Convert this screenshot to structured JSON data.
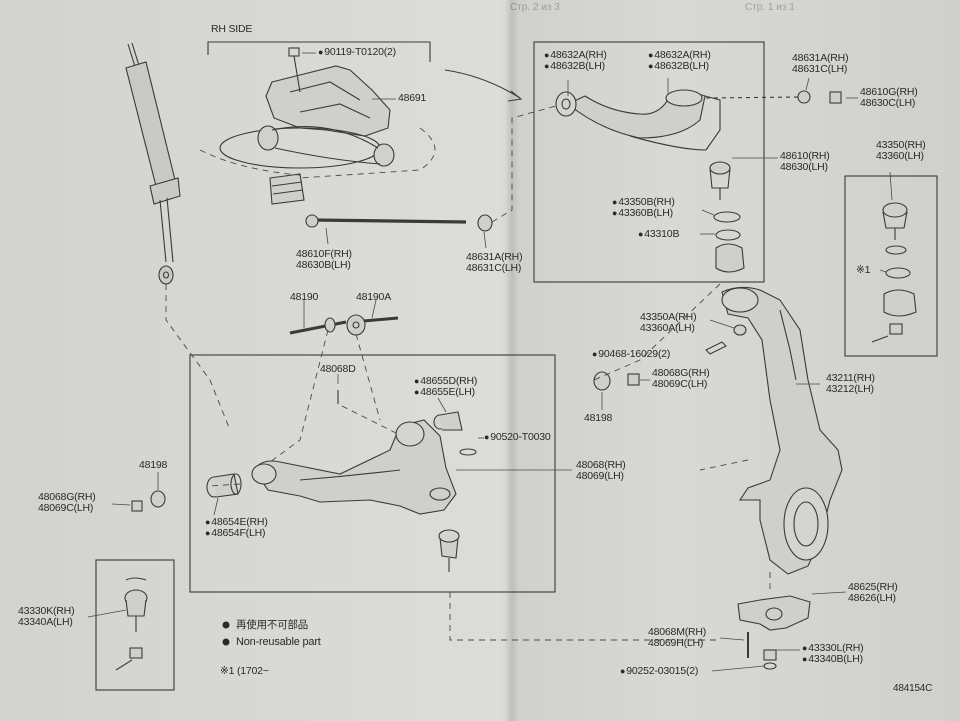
{
  "header": {
    "page_left": "Стр. 2 из 3",
    "page_right": "Стр. 1 из 1"
  },
  "section": {
    "rh_side": "RH SIDE"
  },
  "labels": {
    "bolt_top": "90119-T0120(2)",
    "bracket": "48691",
    "upper_arm_rh1": "48632A(RH)",
    "upper_arm_lh1": "48632B(LH)",
    "upper_arm_rh2": "48632A(RH)",
    "upper_arm_lh2": "48632B(LH)",
    "washer_rh": "48631A(RH)",
    "washer_lh": "48631C(LH)",
    "nut_rh": "48610G(RH)",
    "nut_lh": "48630C(LH)",
    "upper_assy_rh": "48610(RH)",
    "upper_assy_lh": "48630(LH)",
    "boot_rh": "43350B(RH)",
    "boot_lh": "43360B(LH)",
    "clip": "43310B",
    "joint_rh": "43350(RH)",
    "joint_lh": "43360(LH)",
    "note_marker": "※1",
    "shaft_rh": "48610F(RH)",
    "shaft_lh": "48630B(LH)",
    "washer2_rh": "48631A(RH)",
    "washer2_lh": "48631C(LH)",
    "bolt_a": "48190",
    "bolt_b": "48190A",
    "ball_nut_rh": "43350A(RH)",
    "ball_nut_lh": "43360A(LH)",
    "cotter": "90468-16029(2)",
    "arm_nut_rh": "48068G(RH)",
    "arm_nut_lh": "48069C(LH)",
    "knuckle_rh": "43211(RH)",
    "knuckle_lh": "43212(LH)",
    "grease": "48068D",
    "bush_rh": "48655D(RH)",
    "bush_lh": "48655E(LH)",
    "cam_washer": "48198",
    "ring": "90520-T0030",
    "lower_arm_rh": "48068(RH)",
    "lower_arm_lh": "48069(LH)",
    "cam_washer2": "48198",
    "left_nut_rh": "48068G(RH)",
    "left_nut_lh": "48069C(LH)",
    "bush2_rh": "48654E(RH)",
    "bush2_lh": "48654F(LH)",
    "lower_joint_rh": "43330K(RH)",
    "lower_joint_lh": "43340A(LH)",
    "legend_cn": "再使用不可部品",
    "legend_en": "Non-reusable part",
    "footnote": "※1 (1702~",
    "stopper_rh": "48625(RH)",
    "stopper_lh": "48626(LH)",
    "stop_bolt_rh": "48068M(RH)",
    "stop_bolt_lh": "48069H(LH)",
    "stop_nut_rh": "43330L(RH)",
    "stop_nut_lh": "43340B(LH)",
    "bolt_bottom": "90252-03015(2)",
    "diagram_id": "484154C"
  }
}
